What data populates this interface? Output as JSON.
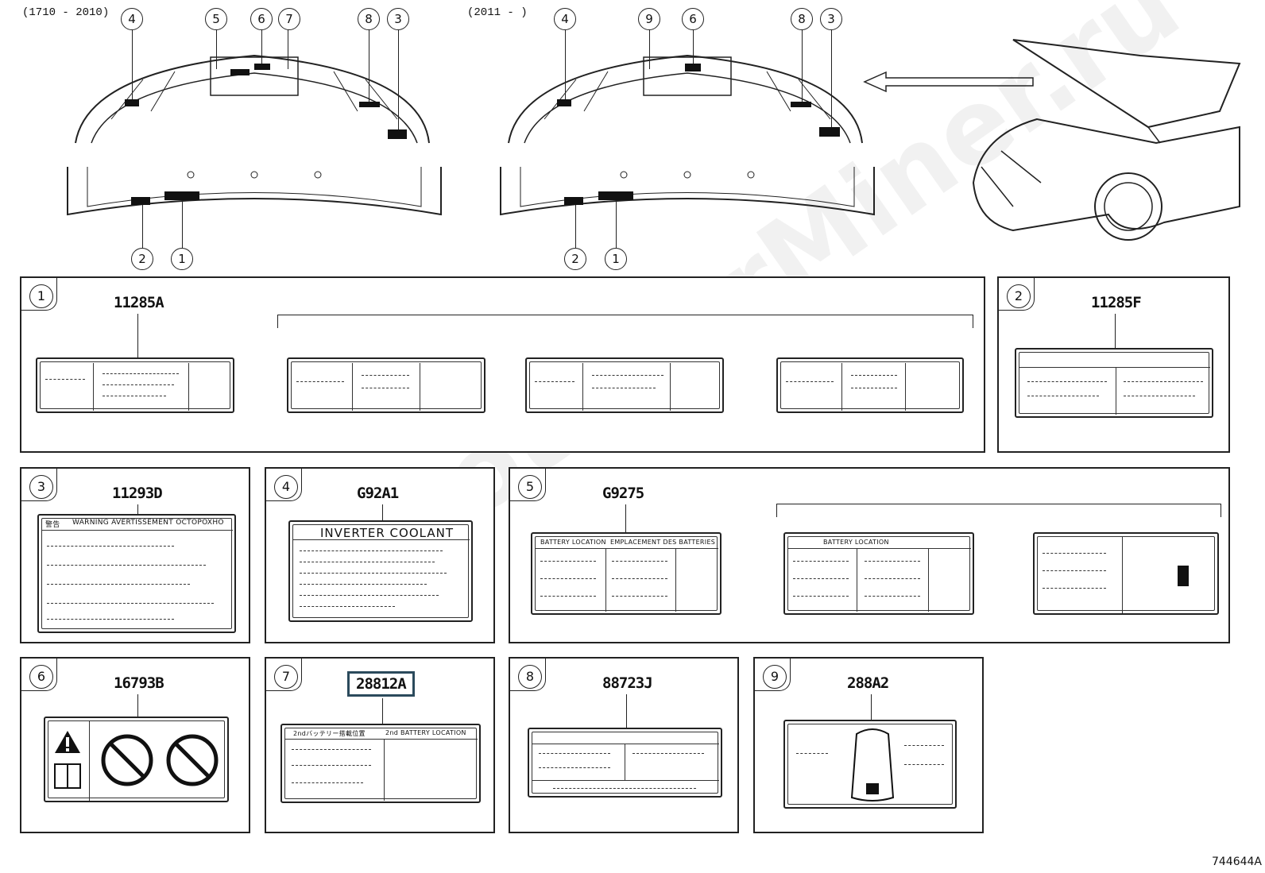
{
  "headers": {
    "left": "(1710 - 2010)",
    "right": "(2011 -     )"
  },
  "callouts": {
    "left_top": [
      "4",
      "5",
      "6",
      "7",
      "8",
      "3"
    ],
    "left_bottom": [
      "2",
      "1"
    ],
    "right_top": [
      "4",
      "9",
      "6",
      "8",
      "3"
    ],
    "right_bottom": [
      "2",
      "1"
    ]
  },
  "panels": [
    {
      "num": "1",
      "code": "11285A"
    },
    {
      "num": "2",
      "code": "11285F"
    },
    {
      "num": "3",
      "code": "11293D"
    },
    {
      "num": "4",
      "code": "G92A1"
    },
    {
      "num": "5",
      "code": "G9275"
    },
    {
      "num": "6",
      "code": "16793B"
    },
    {
      "num": "7",
      "code": "28812A"
    },
    {
      "num": "8",
      "code": "88723J"
    },
    {
      "num": "9",
      "code": "288A2"
    }
  ],
  "label_text": {
    "warning_header": "WARNING  AVERTISSEMENT  OCTOPOXHO",
    "warning_prefix": "警告",
    "inverter": "INVERTER COOLANT",
    "battery_loc": "BATTERY LOCATION",
    "battery_loc_fr": "EMPLACEMENT DES BATTERIES",
    "battery_loc_2nd": "2nd BATTERY LOCATION",
    "battery_loc_2nd_jp": "2ndバッテリー搭載位置"
  },
  "watermark": "ToyotaCarMiner.ru",
  "footer": "744644A"
}
